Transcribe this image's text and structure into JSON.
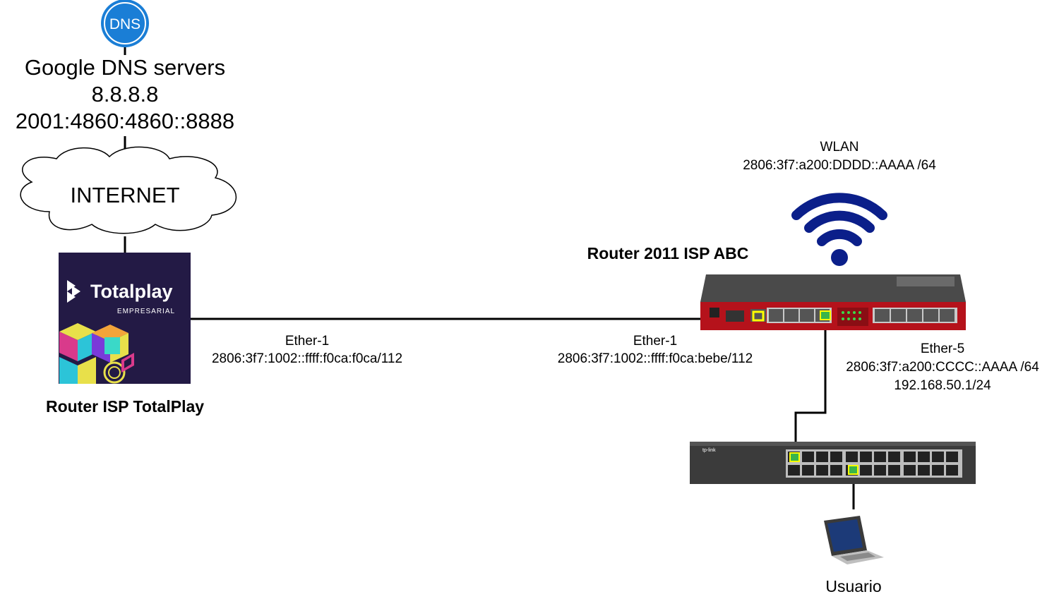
{
  "dns": {
    "icon_label": "DNS",
    "title": "Google DNS servers",
    "ipv4": "8.8.8.8",
    "ipv6": "2001:4860:4860::8888"
  },
  "internet": {
    "label": "INTERNET"
  },
  "totalplay": {
    "brand": "Totalplay",
    "sub": "EMPRESARIAL",
    "name": "Router ISP TotalPlay",
    "ether_label": "Ether-1",
    "ether_ip": "2806:3f7:1002::ffff:f0ca:f0ca/112"
  },
  "router2011": {
    "name": "Router 2011 ISP ABC",
    "ether1_label": "Ether-1",
    "ether1_ip": "2806:3f7:1002::ffff:f0ca:bebe/112",
    "ether5_label": "Ether-5",
    "ether5_ip6": "2806:3f7:a200:CCCC::AAAA /64",
    "ether5_ip4": "192.168.50.1/24",
    "wlan_label": "WLAN",
    "wlan_ip": "2806:3f7:a200:DDDD::AAAA /64"
  },
  "switch": {
    "brand": "tp-link"
  },
  "user": {
    "label": "Usuario"
  },
  "colors": {
    "dns_blue": "#1a7ed6",
    "wifi_blue": "#0b1f8a",
    "totalplay_bg": "#231a45",
    "router_red": "#b5121b",
    "port_highlight": "#ffff00",
    "switch_grey": "#3b3b3b"
  }
}
